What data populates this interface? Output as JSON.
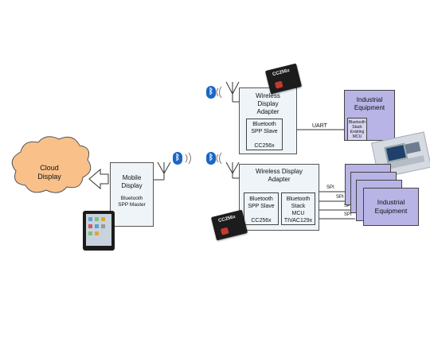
{
  "cloud": {
    "label": "Cloud\nDisplay"
  },
  "mobile": {
    "title": "Mobile\nDisplay",
    "sub": "Bluetooth\nSPP Master"
  },
  "adapter_top": {
    "title": "Wireless\nDisplay\nAdapter",
    "module": "Bluetooth\nSPP Slave\n\nCC256x"
  },
  "adapter_bottom": {
    "title": "Wireless Display\nAdapter",
    "module_left": "Bluetooth\nSPP Slave\n\nCC256x",
    "module_right": "Bluetooth\nStack\nMCU\nTIVAC129x"
  },
  "industrial_top": {
    "title": "Industrial\nEquipment",
    "module": "Bluetooth\nStack\nExisting\nMCU"
  },
  "industrial_bottom": {
    "title": "Industrial\nEquipment"
  },
  "links": {
    "uart": "UART",
    "spi": [
      "SPI",
      "SPI",
      "SPI",
      "SPI"
    ]
  },
  "chips": {
    "top": "CC256x",
    "bottom": "CC256x"
  },
  "icons": [
    "bluetooth-icon",
    "antenna-icon",
    "tablet-icon",
    "cloud-shape",
    "arrow-left-icon",
    "ti-logo-icon",
    "machine-photo"
  ],
  "colors": {
    "box_fill": "#eef4f8",
    "industrial_fill": "#b8b4e6",
    "cloud_fill": "#f9c08a",
    "bluetooth": "#1a66c8"
  }
}
